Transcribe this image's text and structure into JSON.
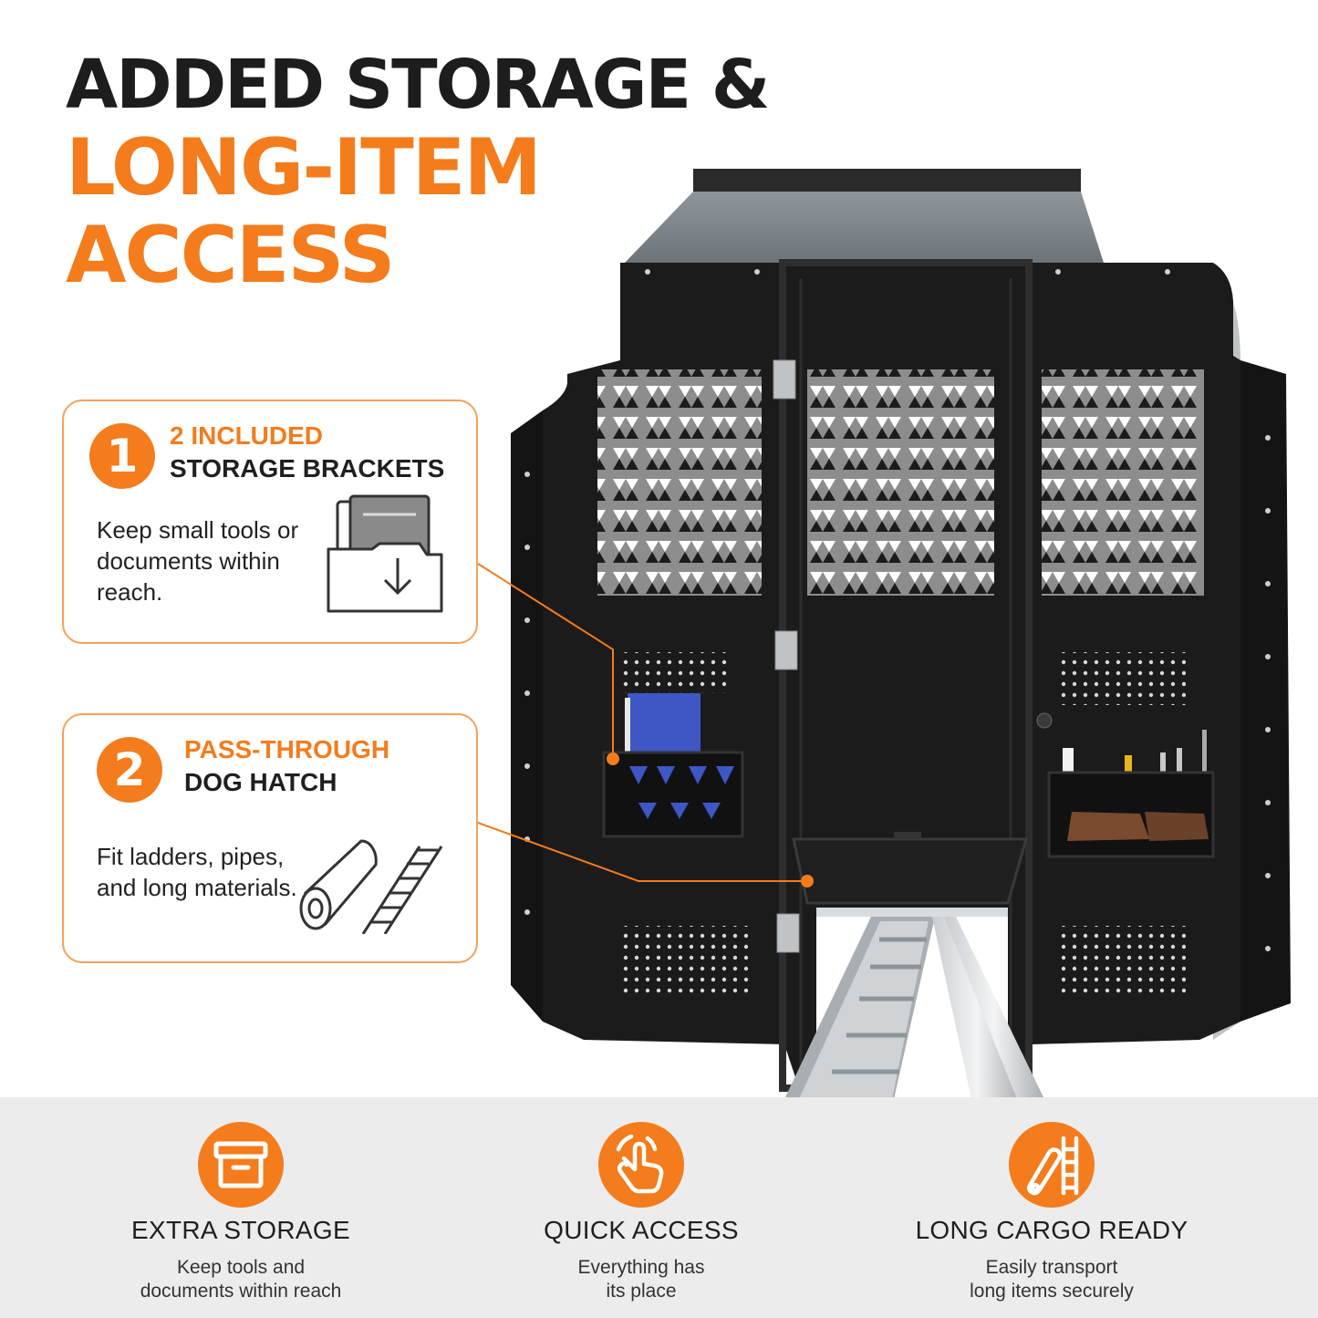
{
  "headline": {
    "line1": "ADDED STORAGE &",
    "line2": "LONG-ITEM",
    "line3": "ACCESS"
  },
  "callouts": [
    {
      "number": "1",
      "title_highlight": "2 INCLUDED",
      "title_rest": "STORAGE BRACKETS",
      "body": "Keep small tools or documents within reach.",
      "icon": "folder-documents-icon"
    },
    {
      "number": "2",
      "title_highlight": "PASS-THROUGH",
      "title_rest": "DOG HATCH",
      "body": "Fit ladders, pipes, and long materials.",
      "icon": "pipe-and-ladder-icon"
    }
  ],
  "features": [
    {
      "title": "EXTRA STORAGE",
      "desc_line1": "Keep tools and",
      "desc_line2": "documents within reach",
      "icon": "storage-box-icon"
    },
    {
      "title": "QUICK ACCESS",
      "desc_line1": "Everything has",
      "desc_line2": "its place",
      "icon": "hand-pointer-icon"
    },
    {
      "title": "LONG CARGO READY",
      "desc_line1": "Easily transport",
      "desc_line2": "long items securely",
      "icon": "pipe-ladder-icon"
    }
  ],
  "colors": {
    "accent": "#f47c1c",
    "heading": "#1d1d1d",
    "band": "#ececec",
    "partition": "#1b1b1b"
  }
}
